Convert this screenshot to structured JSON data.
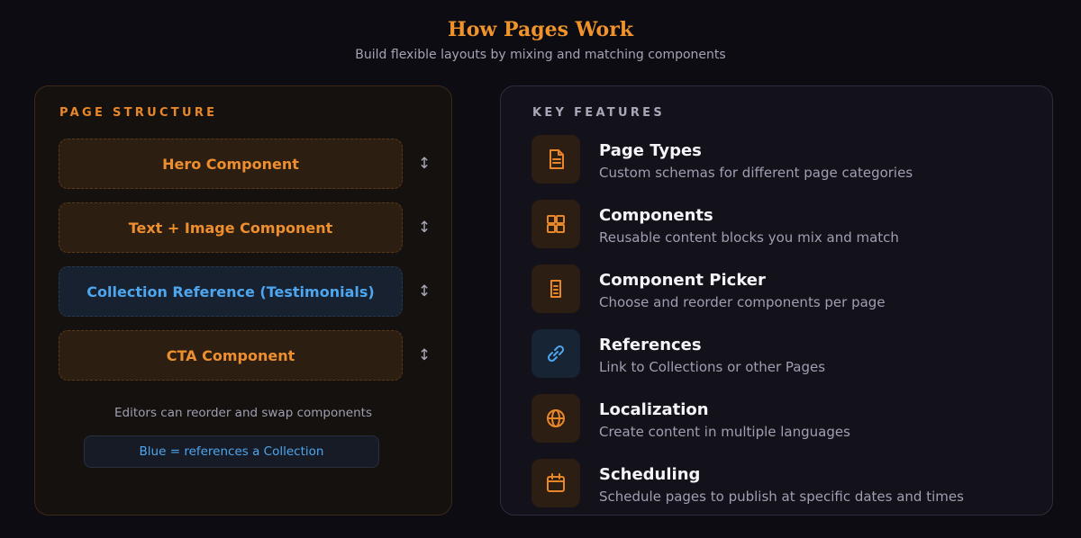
{
  "header": {
    "title": "How Pages Work",
    "subtitle": "Build flexible layouts by mixing and matching components"
  },
  "page_structure": {
    "label": "PAGE STRUCTURE",
    "components": [
      {
        "label": "Hero Component",
        "type": "component"
      },
      {
        "label": "Text + Image Component",
        "type": "component"
      },
      {
        "label": "Collection Reference (Testimonials)",
        "type": "reference"
      },
      {
        "label": "CTA Component",
        "type": "component"
      }
    ],
    "drag_symbol": "↕",
    "note": "Editors can reorder and swap components",
    "legend": "Blue = references a Collection"
  },
  "key_features": {
    "label": "KEY FEATURES",
    "items": [
      {
        "title": "Page Types",
        "description": "Custom schemas for different page categories",
        "icon": "page-types-icon"
      },
      {
        "title": "Components",
        "description": "Reusable content blocks you mix and match",
        "icon": "components-icon"
      },
      {
        "title": "Component Picker",
        "description": "Choose and reorder components per page",
        "icon": "component-picker-icon"
      },
      {
        "title": "References",
        "description": "Link to Collections or other Pages",
        "icon": "references-icon"
      },
      {
        "title": "Localization",
        "description": "Create content in multiple languages",
        "icon": "localization-icon"
      },
      {
        "title": "Scheduling",
        "description": "Schedule pages to publish at specific dates and times",
        "icon": "scheduling-icon"
      }
    ]
  },
  "colors": {
    "accent_orange": "#f0932b",
    "reference_blue": "#4ea6ef",
    "background": "#0d0c13"
  }
}
